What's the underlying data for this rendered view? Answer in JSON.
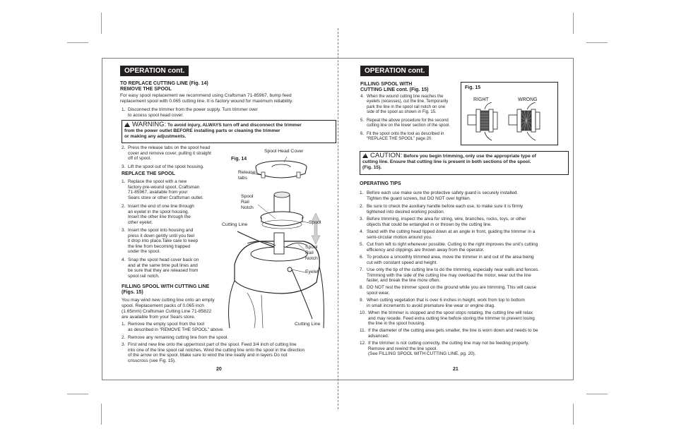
{
  "left": {
    "header": "OPERATION cont.",
    "replace_title": "TO REPLACE CUTTING LINE (Fig. 14)",
    "remove_title": "REMOVE THE SPOOL",
    "intro": "For easy spool replacement we recommend using Craftsman 71-85967, bump feed\nreplacement spool with 0.065 cutting line. It is factory wound for maximum reliability.",
    "step1": "Disconnect the trimmer from the power supply. Turn trimmer over\nto access spool head cover.",
    "warning_word": "WARNING:",
    "warning_text": "To avoid injury, ALWAYS turn off and disconnect the trimmer\nfrom the power outlet BEFORE installing parts or cleaning the trimmer\nor making any adjustments.",
    "step2": "Press the release tabs on the spool head\ncover and remove cover, pulling it straight\noff of spool.",
    "step3": "Lift the spool out of the spool housing.",
    "replace_spool_title": "REPLACE THE SPOOL",
    "rs1": "Replace the spool with a new\nfactory pre-wound spool, Craftsman\n71-85967, available from your\nSears store or other Craftsman outlet.",
    "rs2": "Insert the end of one line through\nan eyelet in the spool housing.\nInsert the other line through the\nother eyelet.",
    "rs3": "Insert the spool into housing and\npress it down gently until you feel\nit drop into place.Take care to keep\nthe line from becoming trapped\nunder the spool.",
    "rs4": "Snap the spool head cover back on\nand at the same time pull lines and\nbe sure that they are released from\nspool rail notch.",
    "filling_title": "FILLING SPOOL WITH CUTTING LINE\n(Figs. 15)",
    "filling_intro": "You may wind new cutting line onto an empty\nspool. Replacement packs of 0.065 inch\n(1.65mm) Craftsman Cutting Line 71-85822\nare available from your Sears store.",
    "fs1": "Remove the empty spool from the tool\nas described in “REMOVE THE SPOOL” above.",
    "fs2": "Remove any remaining cutting line from the spool.",
    "fs3": "First wind new line onto the uppermost part of the spool. Feed 3/4 inch of cutting line\ninto one of the line spool rail notches. Wind the cutting line onto the spool in the direction\nof the arrow on the spool. Make sure to wind the line neatly and in layers Do not\ncrisscross (see Fig. 15).",
    "fig14": "Fig. 14",
    "labels": {
      "spool_head_cover": "Spool Head Cover",
      "release_tabs": "Release\ntabs",
      "spool_rail_notch_top": "Spool\nRail\nNotch",
      "cutting_line_top": "Cutting Line",
      "spool": "Spool",
      "spool_rail_notch_bottom": "Spool\nRail\nNotch",
      "eyelet": "Eyelet",
      "cutting_line_bottom": "Cutting Line"
    },
    "page_number": "20"
  },
  "right": {
    "header": "OPERATION cont.",
    "filling_cont_title": "FILLING SPOOL WITH\nCUTTING LINE cont. (Fig. 15)",
    "s4": "When the wound cutting line reaches the\neyelets (recesses), cut the line. Temporarily\npark the line in the spool rail notch on one\nside of the spool as shown in Fig. 15.",
    "s5": "Repeat the above procedure for the second\ncutting line on the lower section of the spool.",
    "s6": "Fit the spool onto the tool as described in\n“REPLACE  THE SPOOL” page 20.",
    "fig15": "Fig. 15",
    "right_label": "RIGHT",
    "wrong_label": "WRONG",
    "caution_word": "CAUTION:",
    "caution_text": "Before you begin trimming, only use the appropriate type of\ncutting line. Ensure that cutting line is present in both sections of the spool.\n(Fig. 15).",
    "tips_title": "OPERATING TIPS",
    "tips": [
      {
        "n": "1.",
        "t": "Before each use make sure the protective safety guard is securely installed.\nTighten the guard screws, but DO NOT over tighten."
      },
      {
        "n": "2.",
        "t": "Be sure to check the auxiliary handle before each use, to make sure it is firmly\ntightened into desired working position."
      },
      {
        "n": "3.",
        "t": "Before trimming, inspect the area for string, wire, branches, rocks, toys, or other\nobjects that could be entangled in or thrown by the cutting line."
      },
      {
        "n": "4.",
        "t": "Stand with the cutting head tipped down at an angle in front, guiding the trimmer in a\nsemi-circular motion around you."
      },
      {
        "n": "5.",
        "t": "Cut from left to right whenever possible. Cutting to the right improves the unit’s cutting\nefficiency and clippings are thrown away from the operator."
      },
      {
        "n": "6.",
        "t": "To produce a smoothly trimmed area, move the trimmer in and out of the area being\ncut with constant speed and height."
      },
      {
        "n": "7.",
        "t": "Use only the tip of the cutting line to do the trimming, especially near walls and fences.\nTrimming with the side of the cutting line may overload the motor, wear out the line\nfaster, and break the line more often."
      },
      {
        "n": "8.",
        "t": "DO NOT rest the trimmer spool on the ground while you are trimming. This will cause\nspool wear."
      },
      {
        "n": "9.",
        "t": "When cutting vegetation that is over 6 inches in height, work from top to bottom\nin small increments to avoid premature line wear or engine drag."
      },
      {
        "n": "10.",
        "t": "When the trimmer is stopped and the spool stops rotating, the cutting line will relax\nand may recede. Feed extra cutting line before storing the trimmer to prevent losing\nthe line in the spool housing."
      },
      {
        "n": "11.",
        "t": "If the diameter of the cutting area gets smaller, the line is worn down and needs to be\nadvanced."
      },
      {
        "n": "12.",
        "t": "If the trimmer is not cutting correctly, the cutting line may not be feeding properly.\nRemove and rewind the line spool.\n(See FILLING SPOOL WITH CUTTING LINE, pg. 20)."
      }
    ],
    "page_number": "21"
  },
  "list_numbers": [
    "1.",
    "2.",
    "3.",
    "4.",
    "5.",
    "6."
  ]
}
